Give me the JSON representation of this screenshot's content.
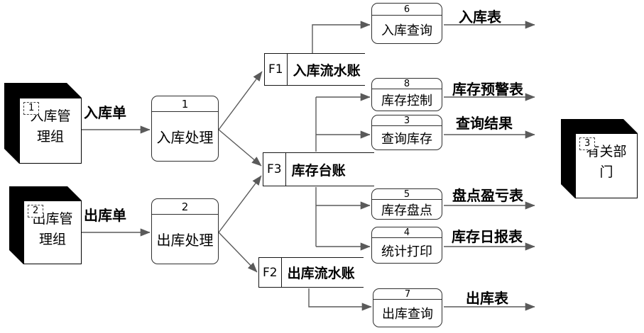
{
  "entities": [
    {
      "id": "1",
      "name": "入库管\n理组"
    },
    {
      "id": "2",
      "name": "出库管\n理组"
    },
    {
      "id": "3",
      "name": "有关部\n门"
    }
  ],
  "processes": [
    {
      "id": "1",
      "name": "入库处理"
    },
    {
      "id": "2",
      "name": "出库处理"
    },
    {
      "id": "6",
      "name": "入库查询"
    },
    {
      "id": "8",
      "name": "库存控制"
    },
    {
      "id": "3",
      "name": "查询库存"
    },
    {
      "id": "5",
      "name": "库存盘点"
    },
    {
      "id": "4",
      "name": "统计打印"
    },
    {
      "id": "7",
      "name": "出库查询"
    }
  ],
  "datastores": [
    {
      "id": "F1",
      "name": "入库流水账"
    },
    {
      "id": "F3",
      "name": "库存台账"
    },
    {
      "id": "F2",
      "name": "出库流水账"
    }
  ],
  "flows": [
    {
      "label": "入库单"
    },
    {
      "label": "出库单"
    },
    {
      "label": "入库表"
    },
    {
      "label": "库存预警表"
    },
    {
      "label": "查询结果"
    },
    {
      "label": "盘点盈亏表"
    },
    {
      "label": "库存日报表"
    },
    {
      "label": "出库表"
    }
  ],
  "colors": {
    "line": "#5a5a5a",
    "text": "#000000",
    "entity_fill": "#000000",
    "box_bg": "#ffffff"
  }
}
